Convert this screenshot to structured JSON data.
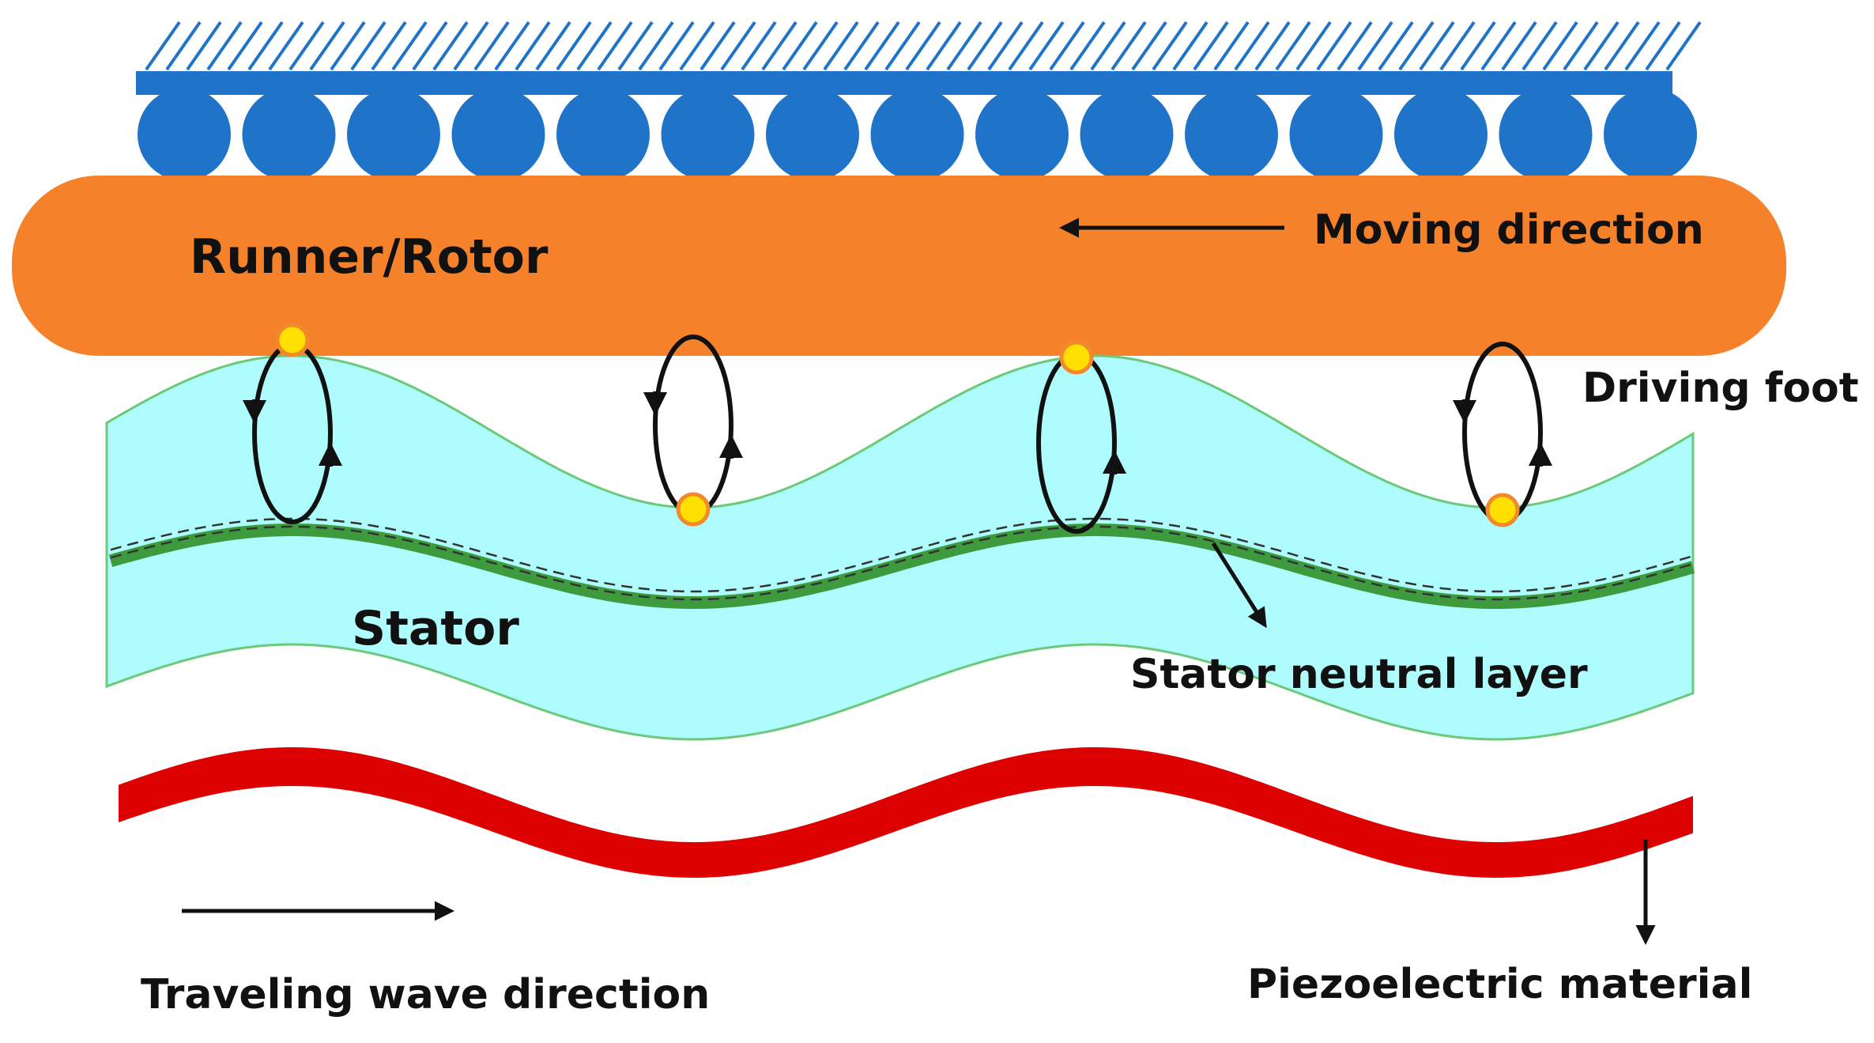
{
  "labels": {
    "rotor": "Runner/Rotor",
    "moving_direction": "Moving direction",
    "driving_foot": "Driving foot",
    "stator": "Stator",
    "stator_neutral_layer": "Stator neutral layer",
    "traveling_wave_direction": "Traveling wave direction",
    "piezoelectric_material": "Piezoelectric material"
  },
  "colors": {
    "ground": "#1f73c8",
    "rotor": "#f5822a",
    "stator": "#aefcfd",
    "stator_outline": "#6cc97a",
    "neutral_layer": "#3d9b3d",
    "piezo": "#dd0000",
    "foot": "#ffe000",
    "foot_outline": "#f08a2a",
    "arrows": "#111111"
  }
}
